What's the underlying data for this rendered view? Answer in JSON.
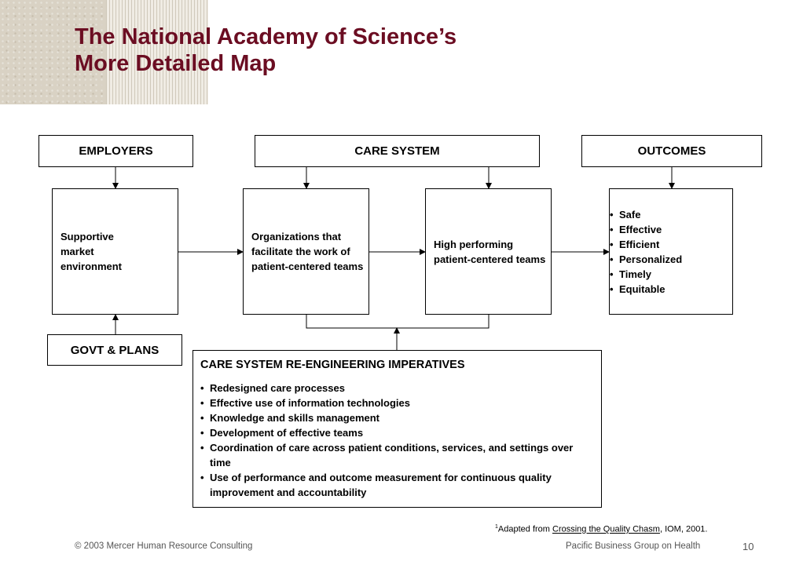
{
  "slide": {
    "title_lines": [
      "The National Academy of Science’s",
      "More Detailed Map"
    ],
    "colors": {
      "title": "#6b0d22",
      "line": "#000000"
    }
  },
  "headers": {
    "employers": "EMPLOYERS",
    "care_system": "CARE SYSTEM",
    "outcomes": "OUTCOMES"
  },
  "nodes": {
    "supportive": "Supportive market environment",
    "organizations": "Organizations that facilitate the work of patient-centered teams",
    "teams": "High performing patient-centered teams"
  },
  "outcomes_list": [
    "Safe",
    "Effective",
    "Efficient",
    "Personalized",
    "Timely",
    "Equitable"
  ],
  "govt": "GOVT & PLANS",
  "imperatives": {
    "title": "CARE SYSTEM RE-ENGINEERING IMPERATIVES",
    "items": [
      "Redesigned care processes",
      "Effective use of information technologies",
      "Knowledge and skills management",
      "Development of effective teams",
      "Coordination of care across patient conditions, services, and settings over time",
      "Use of performance and outcome measurement for continuous quality improvement and accountability"
    ]
  },
  "footnote": {
    "mark": "1",
    "prefix": "Adapted from ",
    "source": "Crossing the Quality Chasm",
    "suffix": ", IOM, 2001."
  },
  "footer": {
    "left": "© 2003 Mercer Human Resource Consulting",
    "right": "Pacific Business Group on Health",
    "page": "10"
  }
}
